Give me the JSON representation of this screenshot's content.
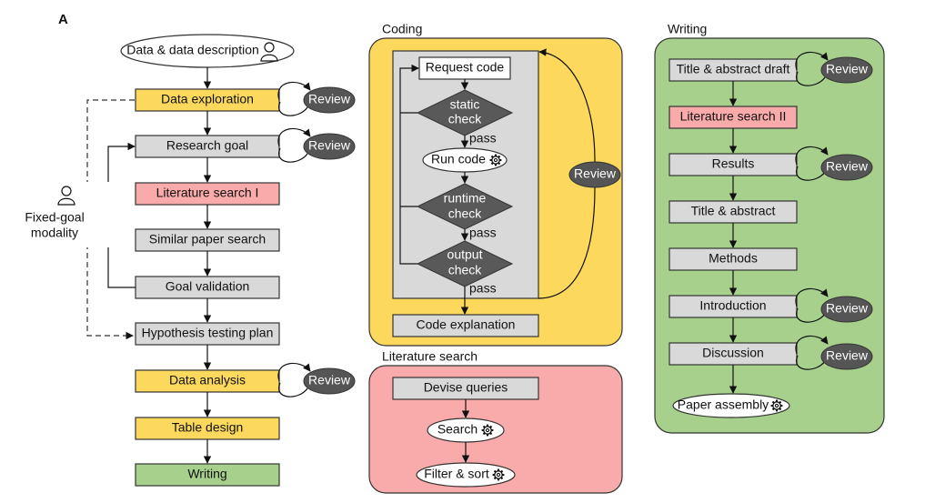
{
  "panel_letter": "A",
  "colors": {
    "yellow": "#fcd95c",
    "gray": "#d9d9d9",
    "red": "#f9aaaa",
    "green": "#a7d08c",
    "review": "#555555",
    "diamond": "#595959"
  },
  "icons": [
    "person-icon",
    "gear-icon"
  ],
  "main_flow": {
    "input": "Data & data description",
    "data_exploration": "Data exploration",
    "research_goal": "Research goal",
    "literature_search_1": "Literature search I",
    "similar_paper_search": "Similar paper search",
    "goal_validation": "Goal validation",
    "hypothesis_testing_plan": "Hypothesis testing plan",
    "data_analysis": "Data analysis",
    "table_design": "Table design",
    "writing": "Writing",
    "fixed_goal_line1": "Fixed-goal",
    "fixed_goal_line2": "modality"
  },
  "review_label": "Review",
  "pass_label": "pass",
  "coding": {
    "title": "Coding",
    "request_code": "Request code",
    "static_check_1": "static",
    "static_check_2": "check",
    "run_code": "Run code",
    "runtime_check_1": "runtime",
    "runtime_check_2": "check",
    "output_check_1": "output",
    "output_check_2": "check",
    "code_explanation": "Code explanation"
  },
  "literature_search": {
    "title": "Literature search",
    "devise_queries": "Devise queries",
    "search": "Search",
    "filter_sort": "Filter & sort"
  },
  "writing_panel": {
    "title": "Writing",
    "title_abstract_draft": "Title & abstract draft",
    "literature_search_2": "Literature search II",
    "results": "Results",
    "title_abstract": "Title & abstract",
    "methods": "Methods",
    "introduction": "Introduction",
    "discussion": "Discussion",
    "paper_assembly": "Paper assembly"
  }
}
